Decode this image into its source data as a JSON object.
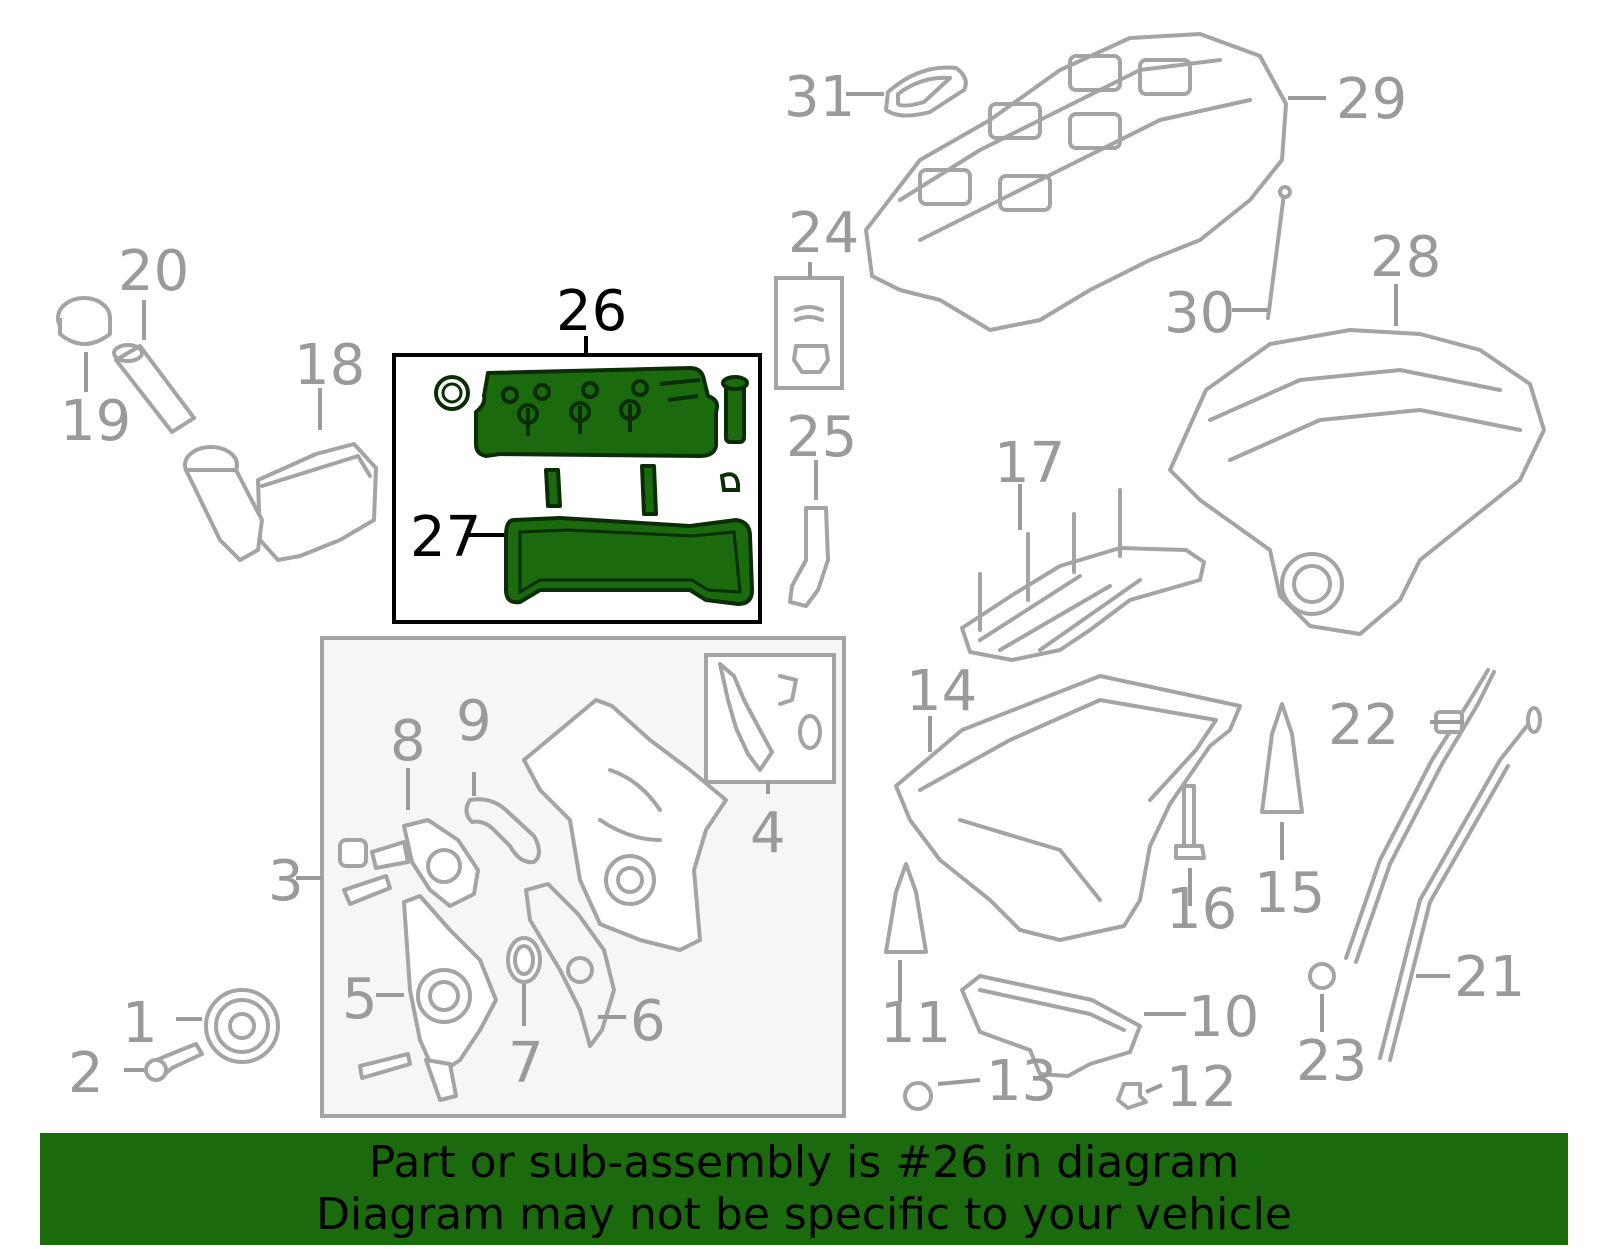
{
  "colors": {
    "highlight": "#1b6b0e",
    "part_outline": "#a4a4a4",
    "callout_text": "#9a9a9a",
    "highlight_box": "#000000",
    "banner_background": "#1b6b0e"
  },
  "callouts": {
    "c1": "1",
    "c2": "2",
    "c3": "3",
    "c4": "4",
    "c5": "5",
    "c6": "6",
    "c7": "7",
    "c8": "8",
    "c9": "9",
    "c10": "10",
    "c11": "11",
    "c12": "12",
    "c13": "13",
    "c14": "14",
    "c15": "15",
    "c16": "16",
    "c17": "17",
    "c18": "18",
    "c19": "19",
    "c20": "20",
    "c21": "21",
    "c22": "22",
    "c23": "23",
    "c24": "24",
    "c25": "25",
    "c26": "26",
    "c27": "27",
    "c28": "28",
    "c29": "29",
    "c30": "30",
    "c31": "31"
  },
  "highlighted_part": "26",
  "banner": {
    "line1": "Part or sub-assembly is #26 in diagram",
    "line2": "Diagram may not be specific to your vehicle"
  }
}
